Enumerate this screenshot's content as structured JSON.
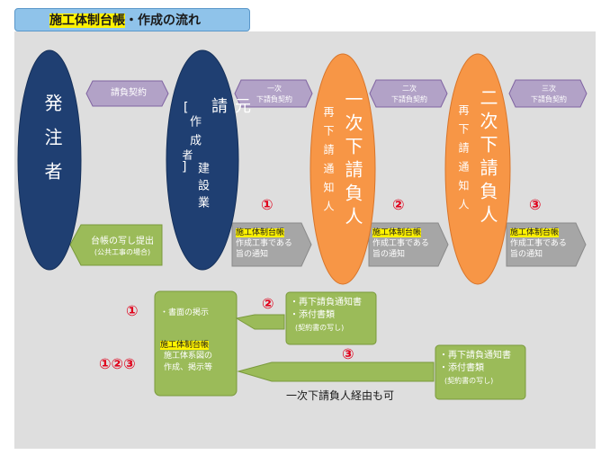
{
  "title": {
    "highlight": "施工体制台帳",
    "rest": "・作成の流れ"
  },
  "actors": {
    "client": "発注者",
    "prime_a": "元請",
    "prime_b": "建設業",
    "prime_c": "作成",
    "prime_d": "者",
    "prime_br_open": "[",
    "prime_br_close": "]",
    "first_main": "一次下請負人",
    "first_sub": "再下請通知人",
    "second_main": "二次下請負人",
    "second_sub": "再下請通知人"
  },
  "contracts": {
    "c0": "請負契約",
    "c1_l1": "一次",
    "c1_l2": "下請負契約",
    "c2_l1": "二次",
    "c2_l2": "下請負契約",
    "c3_l1": "三次",
    "c3_l2": "下請負契約"
  },
  "notices": {
    "n1": "①",
    "n2": "②",
    "n3": "③",
    "ledger": "施工体制台帳",
    "line2": "作成工事である",
    "line3": "旨の通知"
  },
  "submit": {
    "l1": "台帳の写し提出",
    "l2": "(公共工事の場合)"
  },
  "posting": {
    "n1": "①",
    "n123": "①②③",
    "item1": "・書面の掲示",
    "ledger": "施工体制台帳",
    "item3": "施工体系図の",
    "item4": "作成、掲示等"
  },
  "docs": {
    "n2": "②",
    "n3": "③",
    "line1": "・再下請負通知書",
    "line2": "・添付書類",
    "line3": "(契約書の写し)"
  },
  "via": "一次下請負人経由も可",
  "colors": {
    "navy": "#1f3f72",
    "orange": "#f79646",
    "green": "#9bbb59",
    "purple": "#8064a2",
    "gray": "#9a9a9a",
    "red": "#e0001b"
  }
}
